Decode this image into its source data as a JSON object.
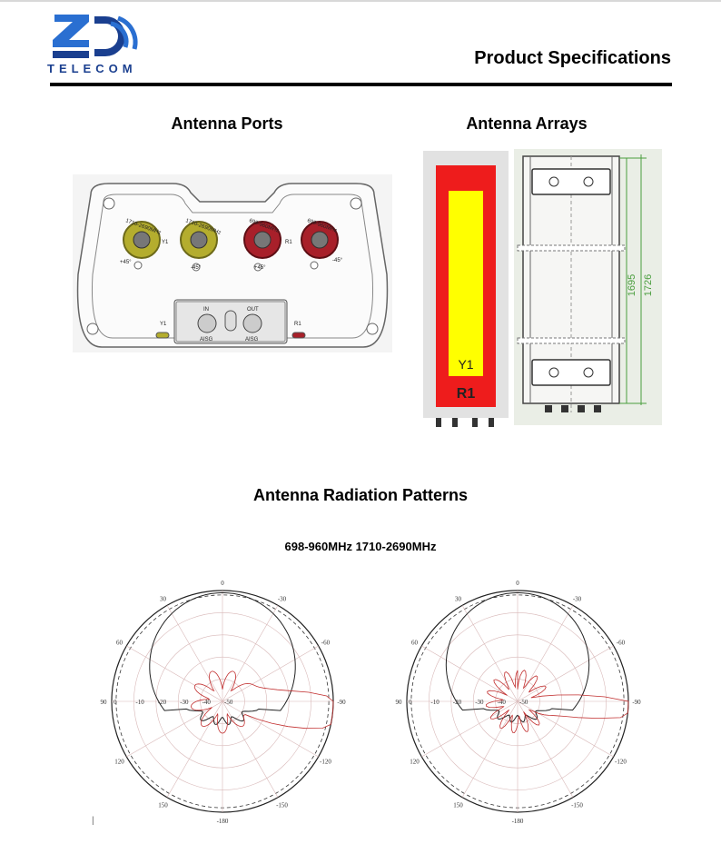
{
  "header": {
    "brand": "TELECOM",
    "doc_title": "Product Specifications"
  },
  "sections": {
    "ports_title": "Antenna Ports",
    "arrays_title": "Antenna Arrays",
    "radiation_title": "Antenna Radiation Patterns",
    "radiation_subtitle": "698-960MHz 1710-2690MHz"
  },
  "ports": {
    "connectors": [
      {
        "label": "1710-2690MHz",
        "side": "Y1",
        "pol": "+45°",
        "color": "#b4ad2e"
      },
      {
        "label": "1710-2690MHz",
        "side": "",
        "pol": "-45°",
        "color": "#b4ad2e"
      },
      {
        "label": "698-960MHz",
        "side": "R1",
        "pol": "+45°",
        "color": "#a8202a"
      },
      {
        "label": "698-960MHz",
        "side": "",
        "pol": "-45°",
        "color": "#a8202a"
      }
    ],
    "aisg_in": "IN",
    "aisg_out": "OUT",
    "aisg_label": "AISG",
    "left_tag": "Y1",
    "right_tag": "R1"
  },
  "arrays": {
    "y1": "Y1",
    "r1": "R1",
    "dim_inner": "1695",
    "dim_outer": "1726",
    "colors": {
      "red": "#ee1c1c",
      "yellow": "#ffff00"
    }
  },
  "radiation": {
    "angle_labels": [
      "0",
      "30",
      "-30",
      "60",
      "-60",
      "90",
      "-90",
      "120",
      "-120",
      "150",
      "-150",
      "-180"
    ],
    "radial_labels": [
      "0",
      "-10",
      "-20",
      "-30",
      "-40",
      "-50"
    ]
  }
}
